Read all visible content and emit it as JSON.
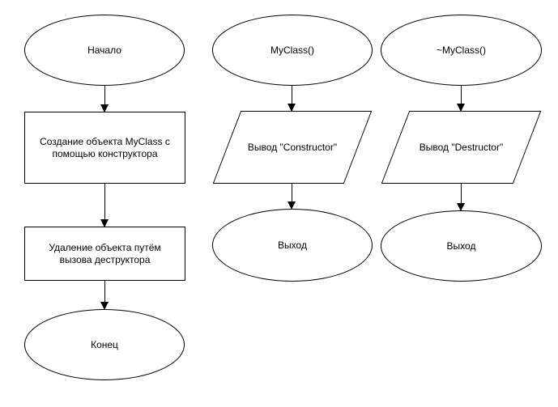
{
  "diagram": {
    "type": "flowchart",
    "colors": {
      "background": "#ffffff",
      "shape_fill": "#ffffff",
      "shape_stroke": "#000000",
      "connector": "#000000",
      "text": "#000000"
    },
    "flows": [
      {
        "name": "main-program-flow",
        "nodes": [
          {
            "type": "terminator",
            "label": "Начало"
          },
          {
            "type": "process",
            "label": "Создание объекта MyClass с помощью конструктора"
          },
          {
            "type": "process",
            "label": "Удаление объекта путём вызова деструктора"
          },
          {
            "type": "terminator",
            "label": "Конец"
          }
        ]
      },
      {
        "name": "constructor-flow",
        "nodes": [
          {
            "type": "terminator",
            "label": "MyClass()"
          },
          {
            "type": "input-output",
            "label": "Вывод \"Constructor\""
          },
          {
            "type": "terminator",
            "label": "Выход"
          }
        ]
      },
      {
        "name": "destructor-flow",
        "nodes": [
          {
            "type": "terminator",
            "label": "~MyClass()"
          },
          {
            "type": "input-output",
            "label": "Вывод \"Destructor\""
          },
          {
            "type": "terminator",
            "label": "Выход"
          }
        ]
      }
    ]
  }
}
